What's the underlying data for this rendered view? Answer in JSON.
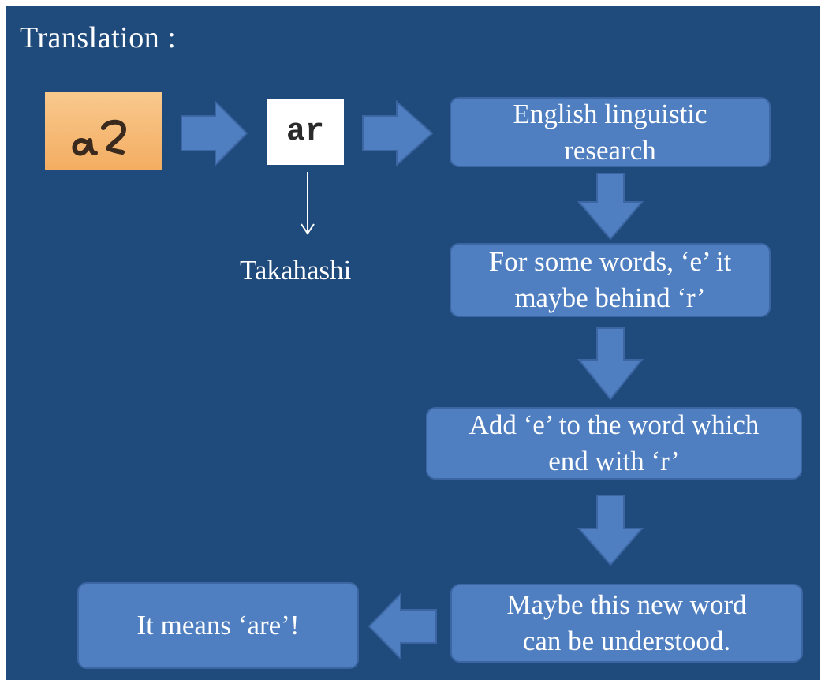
{
  "title": "Translation :",
  "handwritten_sample_icon": "handwritten-ar-image",
  "typed_sample": "ar",
  "side_label": "Takahashi",
  "steps": [
    {
      "line1": "English linguistic",
      "line2": "research"
    },
    {
      "line1": "For some words, ‘e’ it",
      "line2": "maybe  behind ‘r’"
    },
    {
      "line1": "Add ‘e’ to the word which",
      "line2": "end with ‘r’"
    },
    {
      "line1": "Maybe  this new word",
      "line2": "can be understood."
    }
  ],
  "conclusion": "It means ‘are’!",
  "colors": {
    "background": "#1f4a7c",
    "box_fill": "#4f7fc0",
    "box_border": "#3b66a3",
    "arrow_fill": "#4f7fc0",
    "text": "#ffffff",
    "sample_orange": "#f3ad62"
  }
}
